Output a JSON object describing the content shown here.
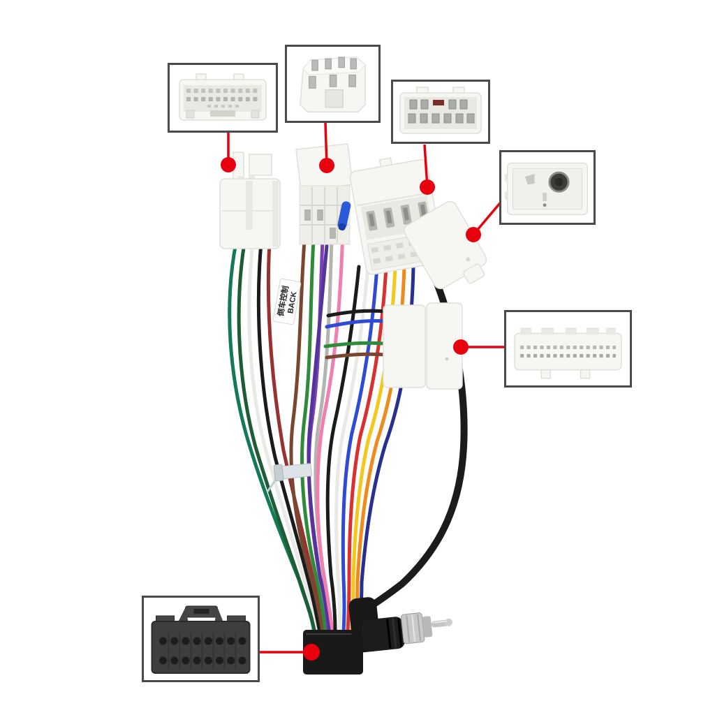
{
  "image": {
    "subject": "car-stereo-wiring-harness-adapter-product-photo",
    "background": "#ffffff"
  },
  "label": {
    "line1": "倒车控制",
    "line2": "BACK"
  },
  "callout": {
    "border_color": "#4a4a4a",
    "line_color": "#e8000f",
    "dot_color": "#e8000f"
  },
  "callouts": [
    {
      "name": "detail-28pin-quadlock-connector"
    },
    {
      "name": "detail-6pin-power-connector"
    },
    {
      "name": "detail-12pin-terminal-connector"
    },
    {
      "name": "detail-antenna-socket-housing"
    },
    {
      "name": "detail-24pin-long-connector"
    },
    {
      "name": "detail-16pin-head-unit-connector"
    }
  ],
  "parts": {
    "plug_a": "white-28pin-oem-plug",
    "plug_b": "white-6pin-oem-plug",
    "plug_c": "white-12pin-oem-plug",
    "plug_d": "white-antenna-housing-plug",
    "plug_e": "white-24pin-oem-plug",
    "iso_block": "black-iso-power-connector",
    "antenna_plug": "din-antenna-male-plug",
    "bullet": "blue-bullet-terminal",
    "cable_tie": "white-cable-tie"
  },
  "palette": {
    "plastic_white": "#f6f6f3",
    "black_part": "#191919",
    "metal": "#c9c9c9",
    "dark_connector": "#3e3e40",
    "tie_silver": "#dde3e6"
  },
  "wires": {
    "black": "#1b1b1b",
    "white": "#e9e9e5",
    "gray": "#b3b3af",
    "red": "#d93030",
    "dark_red": "#9a3131",
    "blue": "#2f4bd6",
    "navy": "#28308f",
    "green": "#2e8b3a",
    "dark_green": "#1e5c33",
    "teal": "#147a56",
    "purple": "#7a3fb5",
    "violet": "#53349b",
    "brown": "#7a4630",
    "yellow": "#f3c81a",
    "orange": "#ef8a1d",
    "pink": "#f07fb0"
  }
}
